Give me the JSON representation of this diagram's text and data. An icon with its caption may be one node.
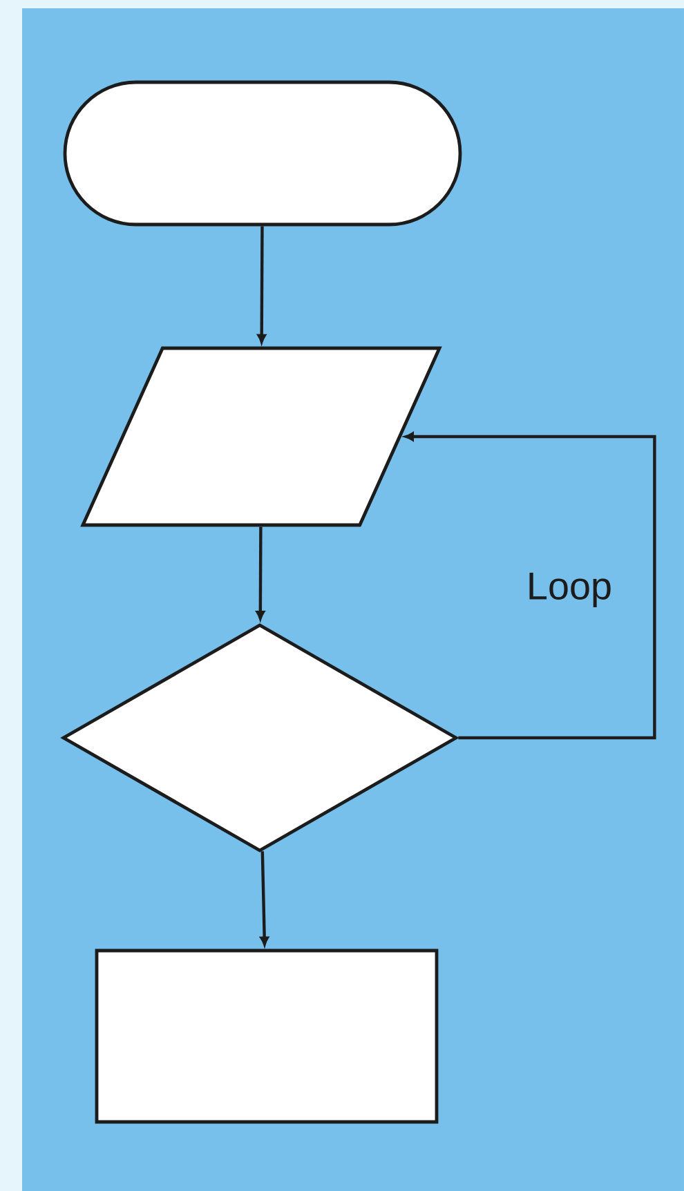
{
  "diagram": {
    "nodes": [
      {
        "text": [],
        "shape": "terminal"
      },
      {
        "text": [],
        "shape": "parallelogram"
      },
      {
        "text": [],
        "shape": "diamond"
      },
      {
        "text": [],
        "shape": "box"
      }
    ],
    "edges": [
      {
        "from": 0,
        "to": 1,
        "arrow": "to"
      },
      {
        "from": 1,
        "to": 2,
        "arrow": "to"
      },
      {
        "from": 2,
        "to": 1,
        "arrow": "to",
        "label": "Loop"
      },
      {
        "from": 2,
        "to": 3,
        "arrow": "to"
      }
    ]
  }
}
